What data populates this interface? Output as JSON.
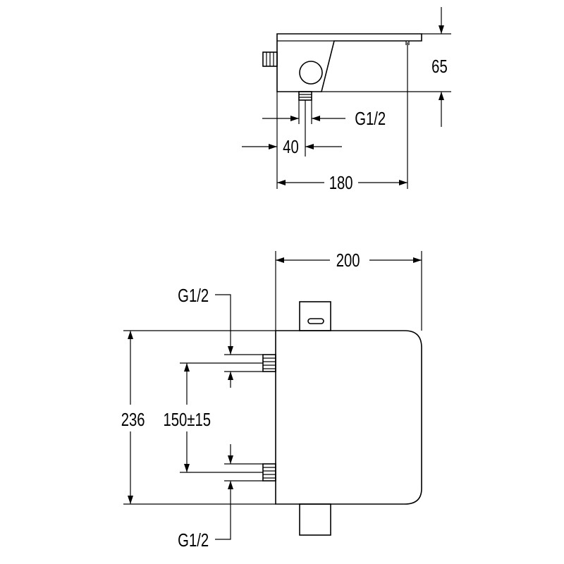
{
  "side_view": {
    "dim_height": "65",
    "dim_thread": "G1/2",
    "dim_outlet": "40",
    "dim_depth": "180"
  },
  "front_view": {
    "dim_width": "200",
    "dim_thread_top": "G1/2",
    "dim_height": "236",
    "dim_center_distance": "150±15",
    "dim_thread_bottom": "G1/2"
  }
}
